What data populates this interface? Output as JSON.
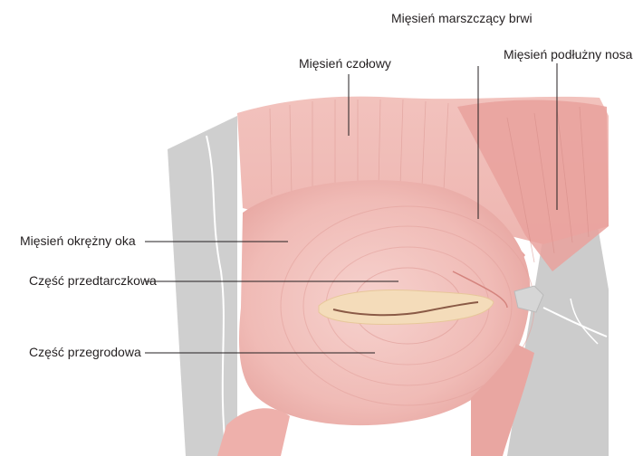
{
  "labels": {
    "corrugator": "Mięsień marszczący brwi",
    "frontalis": "Mięsień czołowy",
    "procerus": "Mięsień podłużny nosa",
    "orbicularis_oculi": "Mięsień okrężny oka",
    "pretarsal": "Część przedtarczkowa",
    "preseptal": "Część przegrodowa"
  },
  "colors": {
    "background": "#ffffff",
    "skull_gray": "#c8c8c8",
    "skull_light": "#dadada",
    "muscle_light": "#f3c4c0",
    "muscle_mid": "#ecaaa6",
    "muscle_dark": "#e29792",
    "eye_slit": "#f3dcb8",
    "text": "#231f20"
  }
}
